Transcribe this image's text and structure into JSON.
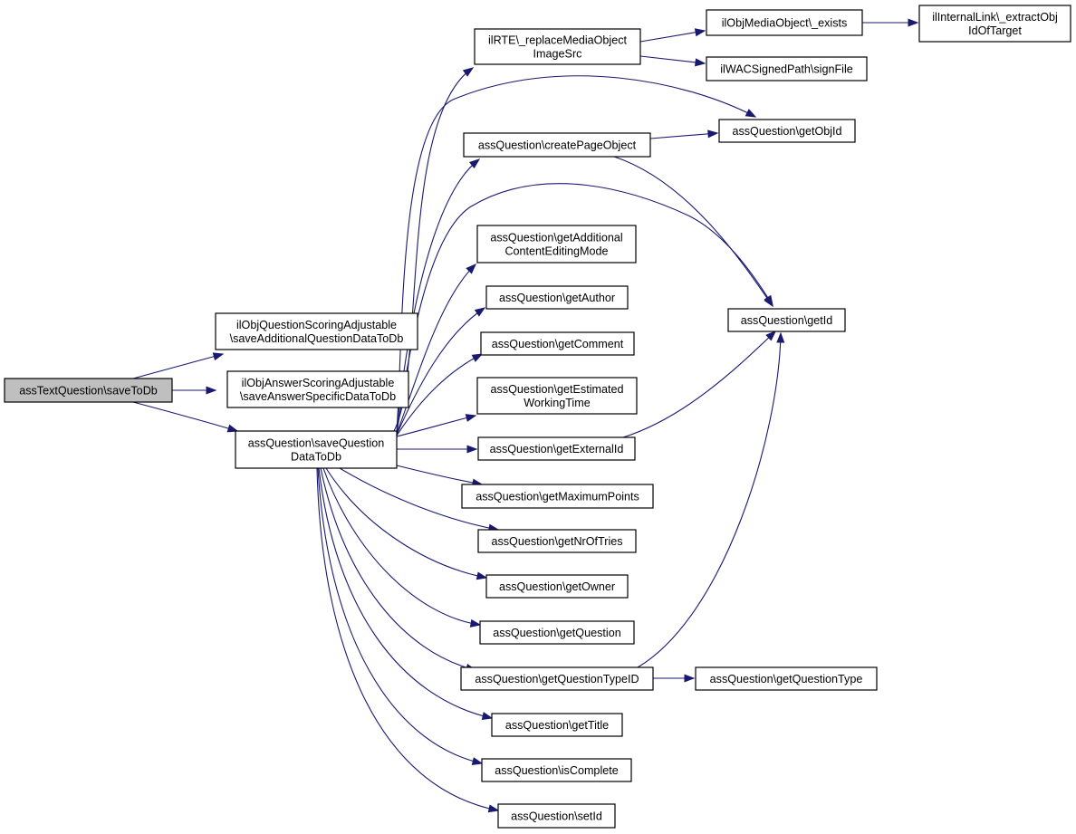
{
  "edge_color": "#191970",
  "root_fill": "#bfbfbf",
  "nodes": {
    "root": [
      "assTextQuestion\\saveToDb"
    ],
    "scoringAdjustable": [
      "ilObjQuestionScoringAdjustable",
      "\\saveAdditionalQuestionDataToDb"
    ],
    "answerScoringAdjustable": [
      "ilObjAnswerScoringAdjustable",
      "\\saveAnswerSpecificDataToDb"
    ],
    "saveQuestionDataToDb": [
      "assQuestion\\saveQuestion",
      "DataToDb"
    ],
    "replaceMediaObjectImageSrc": [
      "ilRTE\\_replaceMediaObject",
      "ImageSrc"
    ],
    "mediaObjectExists": [
      "ilObjMediaObject\\_exists"
    ],
    "extractObjIdOfTarget": [
      "ilInternalLink\\_extractObj",
      "IdOfTarget"
    ],
    "signFile": [
      "ilWACSignedPath\\signFile"
    ],
    "createPageObject": [
      "assQuestion\\createPageObject"
    ],
    "getObjId": [
      "assQuestion\\getObjId"
    ],
    "getAdditionalContentEditingMode": [
      "assQuestion\\getAdditional",
      "ContentEditingMode"
    ],
    "getAuthor": [
      "assQuestion\\getAuthor"
    ],
    "getId": [
      "assQuestion\\getId"
    ],
    "getComment": [
      "assQuestion\\getComment"
    ],
    "getEstimatedWorkingTime": [
      "assQuestion\\getEstimated",
      "WorkingTime"
    ],
    "getExternalId": [
      "assQuestion\\getExternalId"
    ],
    "getMaximumPoints": [
      "assQuestion\\getMaximumPoints"
    ],
    "getNrOfTries": [
      "assQuestion\\getNrOfTries"
    ],
    "getOwner": [
      "assQuestion\\getOwner"
    ],
    "getQuestion": [
      "assQuestion\\getQuestion"
    ],
    "getQuestionTypeID": [
      "assQuestion\\getQuestionTypeID"
    ],
    "getQuestionType": [
      "assQuestion\\getQuestionType"
    ],
    "getTitle": [
      "assQuestion\\getTitle"
    ],
    "isComplete": [
      "assQuestion\\isComplete"
    ],
    "setId": [
      "assQuestion\\setId"
    ]
  },
  "edges": [
    [
      "root",
      "scoringAdjustable"
    ],
    [
      "root",
      "answerScoringAdjustable"
    ],
    [
      "root",
      "saveQuestionDataToDb"
    ],
    [
      "saveQuestionDataToDb",
      "replaceMediaObjectImageSrc"
    ],
    [
      "saveQuestionDataToDb",
      "getObjId"
    ],
    [
      "saveQuestionDataToDb",
      "createPageObject"
    ],
    [
      "saveQuestionDataToDb",
      "getId"
    ],
    [
      "saveQuestionDataToDb",
      "getAdditionalContentEditingMode"
    ],
    [
      "saveQuestionDataToDb",
      "getAuthor"
    ],
    [
      "saveQuestionDataToDb",
      "getComment"
    ],
    [
      "saveQuestionDataToDb",
      "getEstimatedWorkingTime"
    ],
    [
      "saveQuestionDataToDb",
      "getExternalId"
    ],
    [
      "saveQuestionDataToDb",
      "getMaximumPoints"
    ],
    [
      "saveQuestionDataToDb",
      "getNrOfTries"
    ],
    [
      "saveQuestionDataToDb",
      "getOwner"
    ],
    [
      "saveQuestionDataToDb",
      "getQuestion"
    ],
    [
      "saveQuestionDataToDb",
      "getQuestionTypeID"
    ],
    [
      "saveQuestionDataToDb",
      "getTitle"
    ],
    [
      "saveQuestionDataToDb",
      "isComplete"
    ],
    [
      "saveQuestionDataToDb",
      "setId"
    ],
    [
      "replaceMediaObjectImageSrc",
      "mediaObjectExists"
    ],
    [
      "replaceMediaObjectImageSrc",
      "signFile"
    ],
    [
      "mediaObjectExists",
      "extractObjIdOfTarget"
    ],
    [
      "createPageObject",
      "getObjId"
    ],
    [
      "createPageObject",
      "getId"
    ],
    [
      "getExternalId",
      "getId"
    ],
    [
      "getQuestionTypeID",
      "getId"
    ],
    [
      "getQuestionTypeID",
      "getQuestionType"
    ]
  ]
}
